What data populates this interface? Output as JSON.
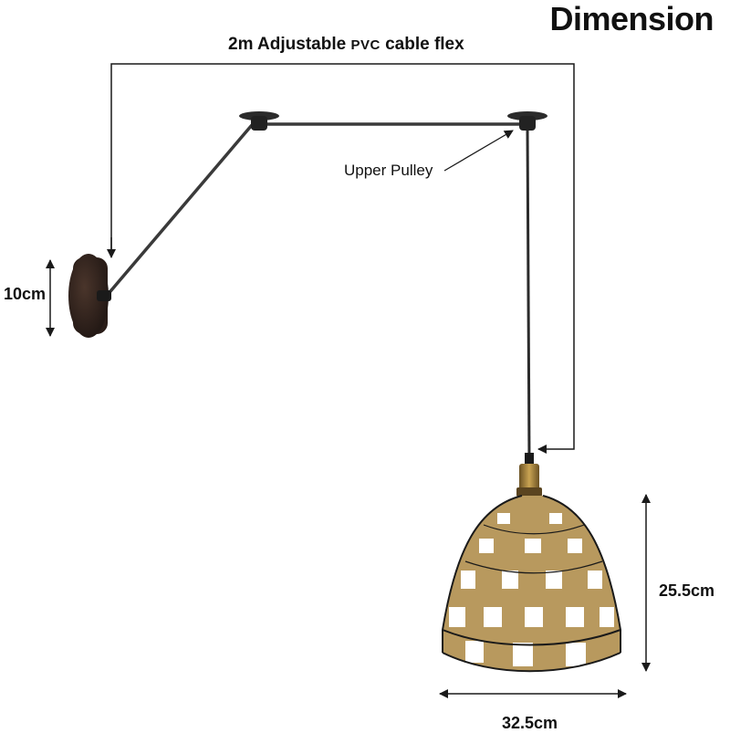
{
  "title": "Dimension",
  "cable_label": {
    "prefix": "2m Adjustable ",
    "pvc": "PVC",
    "suffix": " cable flex"
  },
  "pulley_label": "Upper Pulley",
  "dimensions": {
    "canopy_height": "10cm",
    "shade_height": "25.5cm",
    "shade_width": "32.5cm"
  },
  "colors": {
    "line": "#1a1a1a",
    "metal": "#2b2b2b",
    "canopy": "#3a2a22",
    "rope": "#b8995e",
    "rope_dark": "#8c6f3c",
    "brass": "#b08a3e"
  }
}
